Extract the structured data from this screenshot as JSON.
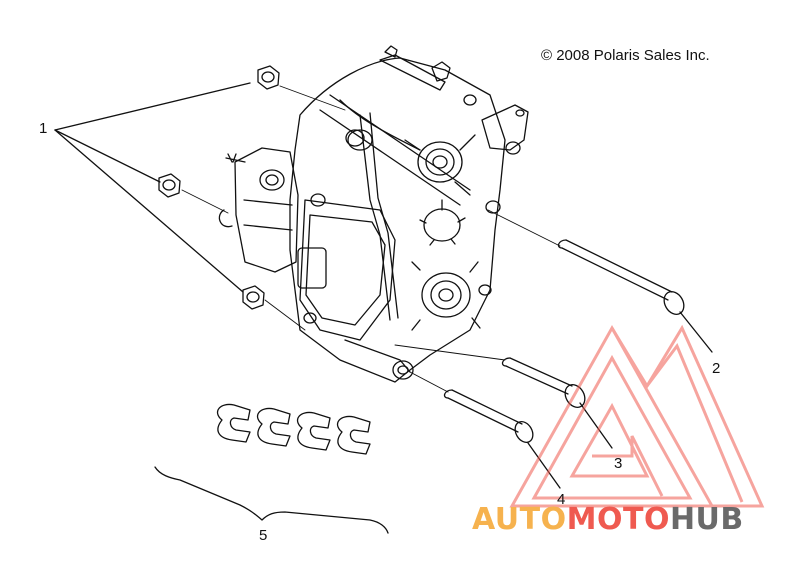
{
  "copyright": "© 2008 Polaris Sales Inc.",
  "callouts": [
    {
      "id": "1",
      "label": "1"
    },
    {
      "id": "2",
      "label": "2"
    },
    {
      "id": "3",
      "label": "3"
    },
    {
      "id": "4",
      "label": "4"
    },
    {
      "id": "5",
      "label": "5"
    }
  ],
  "watermark": {
    "part_a": "AUTO",
    "part_b": "MOTO",
    "part_c": "HUB",
    "colors": {
      "auto": "#f6b24e",
      "moto": "#ef5a50",
      "hub": "#6a6a6a"
    }
  }
}
